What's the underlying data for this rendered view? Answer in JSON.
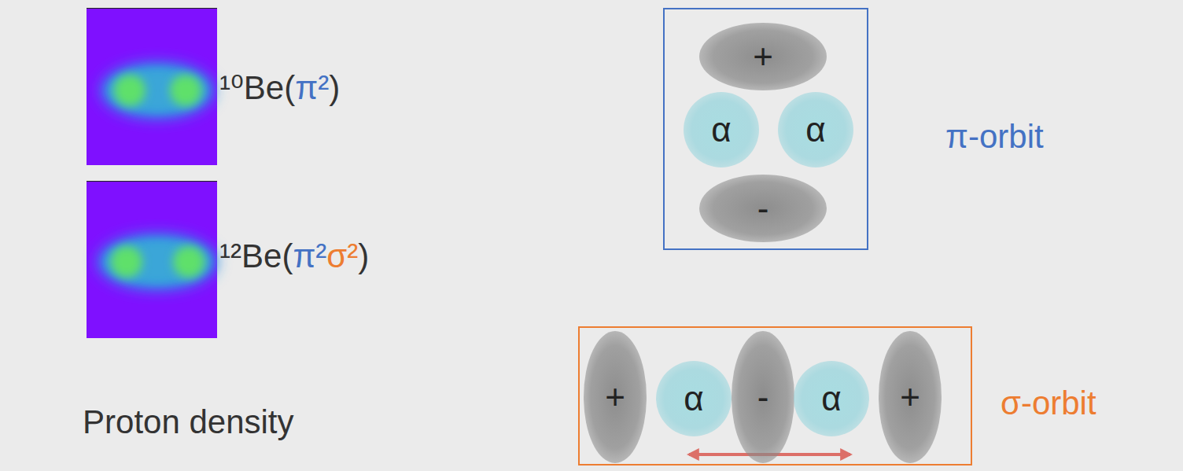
{
  "diagram": {
    "nodes": [
      {
        "text": [
          "π-orbit"
        ]
      },
      {
        "text": [
          "+"
        ],
        "in": 0
      },
      {
        "text": [
          "α"
        ],
        "in": 0
      },
      {
        "text": [
          "α"
        ],
        "in": 0
      },
      {
        "text": [
          "-"
        ],
        "in": 0
      },
      {
        "text": [
          "σ-orbit"
        ]
      },
      {
        "text": [
          "+"
        ],
        "in": 5
      },
      {
        "text": [
          "α"
        ],
        "in": 5
      },
      {
        "text": [
          "-"
        ],
        "in": 5
      },
      {
        "text": [
          "α"
        ],
        "in": 5
      },
      {
        "text": [
          "+"
        ],
        "in": 5
      }
    ],
    "labels": [
      "¹⁰Be(π²)",
      "¹²Be(π²σ²)",
      "Proton density"
    ]
  }
}
